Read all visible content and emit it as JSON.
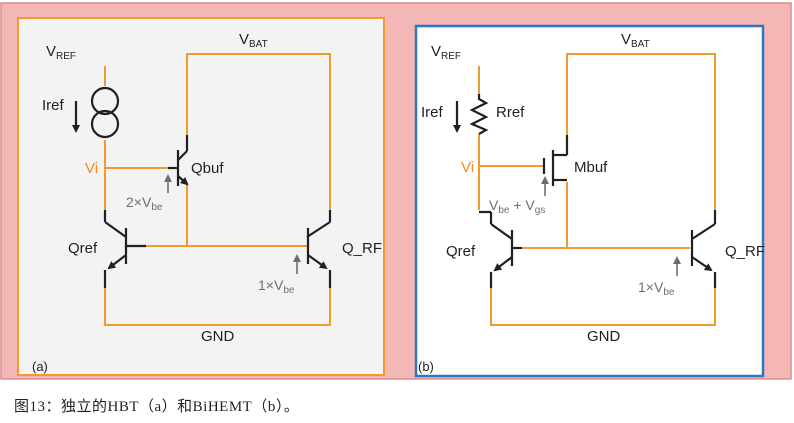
{
  "caption": "图13：独立的HBT（a）和BiHEMT（b）。",
  "colors": {
    "outer_background": "#f3b7b6",
    "panel_a_border": "#f29a2e",
    "panel_b_border": "#2b78c2",
    "wire": "#f29a2e",
    "device": "#231f20",
    "annotation": "#6d6e71"
  },
  "panel_a": {
    "tag": "(a)",
    "vref": {
      "main": "V",
      "sub": "REF"
    },
    "vbat": {
      "main": "V",
      "sub": "BAT"
    },
    "iref": "Iref",
    "vi": "Vi",
    "buffer_name": "Qbuf",
    "buffer_voltage": {
      "pre": "2×V",
      "sub": "be"
    },
    "ref_name": "Qref",
    "rf_name": "Q_RF",
    "rf_voltage": {
      "pre": "1×V",
      "sub": "be"
    },
    "gnd": "GND"
  },
  "panel_b": {
    "tag": "(b)",
    "vref": {
      "main": "V",
      "sub": "REF"
    },
    "vbat": {
      "main": "V",
      "sub": "BAT"
    },
    "iref": "Iref",
    "resistor_name": "Rref",
    "vi": "Vi",
    "buffer_name": "Mbuf",
    "buffer_voltage": {
      "a": "V",
      "a_sub": "be",
      "mid": " + V",
      "b_sub": "gs"
    },
    "ref_name": "Qref",
    "rf_name": "Q_RF",
    "rf_voltage": {
      "pre": "1×V",
      "sub": "be"
    },
    "gnd": "GND"
  }
}
